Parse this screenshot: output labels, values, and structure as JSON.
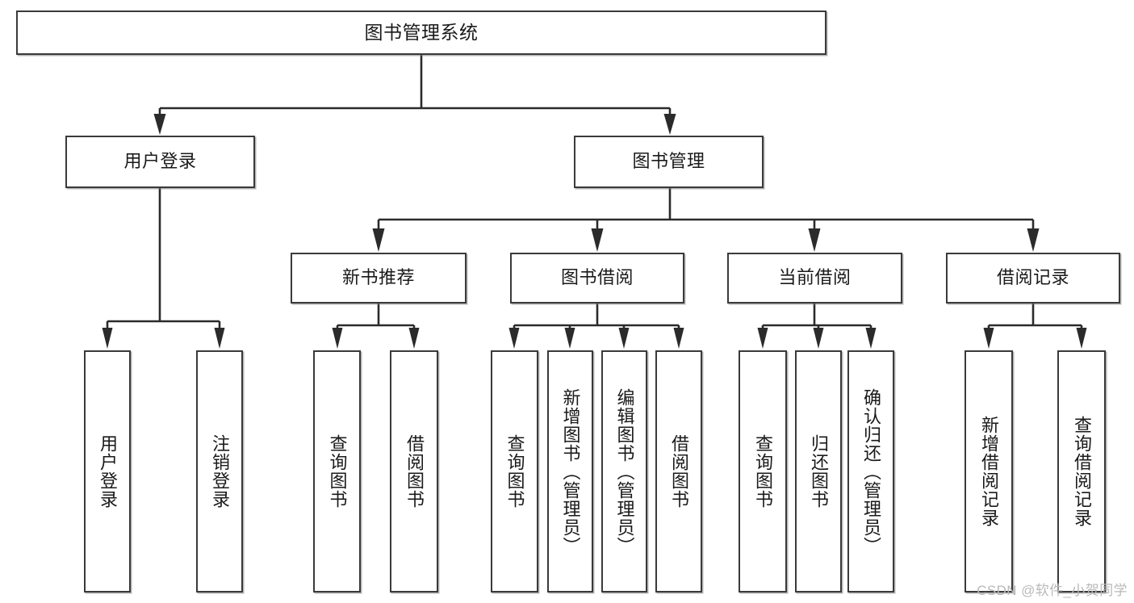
{
  "diagram": {
    "title": "图书管理系统",
    "type": "tree-hierarchy-chart",
    "watermark": "CSDN @软件_小贺同学",
    "colors": {
      "box_border": "#3a3a3a",
      "box_fill": "#ffffff",
      "connector": "#2b2b2b",
      "text": "#1a1a1a",
      "watermark": "#b9b9b9"
    }
  },
  "nodes": {
    "root": {
      "label": "图书管理系统"
    },
    "level2": [
      {
        "label": "用户登录"
      },
      {
        "label": "图书管理"
      }
    ],
    "level3": [
      {
        "label": "新书推荐"
      },
      {
        "label": "图书借阅"
      },
      {
        "label": "当前借阅"
      },
      {
        "label": "借阅记录"
      }
    ],
    "leaves": {
      "user_login": [
        {
          "label": "用户登录"
        },
        {
          "label": "注销登录"
        }
      ],
      "new_book_recommend": [
        {
          "label": "查询图书"
        },
        {
          "label": "借阅图书"
        }
      ],
      "book_borrow": [
        {
          "label": "查询图书"
        },
        {
          "label": "新增图书（管理员）"
        },
        {
          "label": "编辑图书（管理员）"
        },
        {
          "label": "借阅图书"
        }
      ],
      "current_borrow": [
        {
          "label": "查询图书"
        },
        {
          "label": "归还图书"
        },
        {
          "label": "确认归还（管理员）"
        }
      ],
      "borrow_record": [
        {
          "label": "新增借阅记录"
        },
        {
          "label": "查询借阅记录"
        }
      ]
    }
  }
}
